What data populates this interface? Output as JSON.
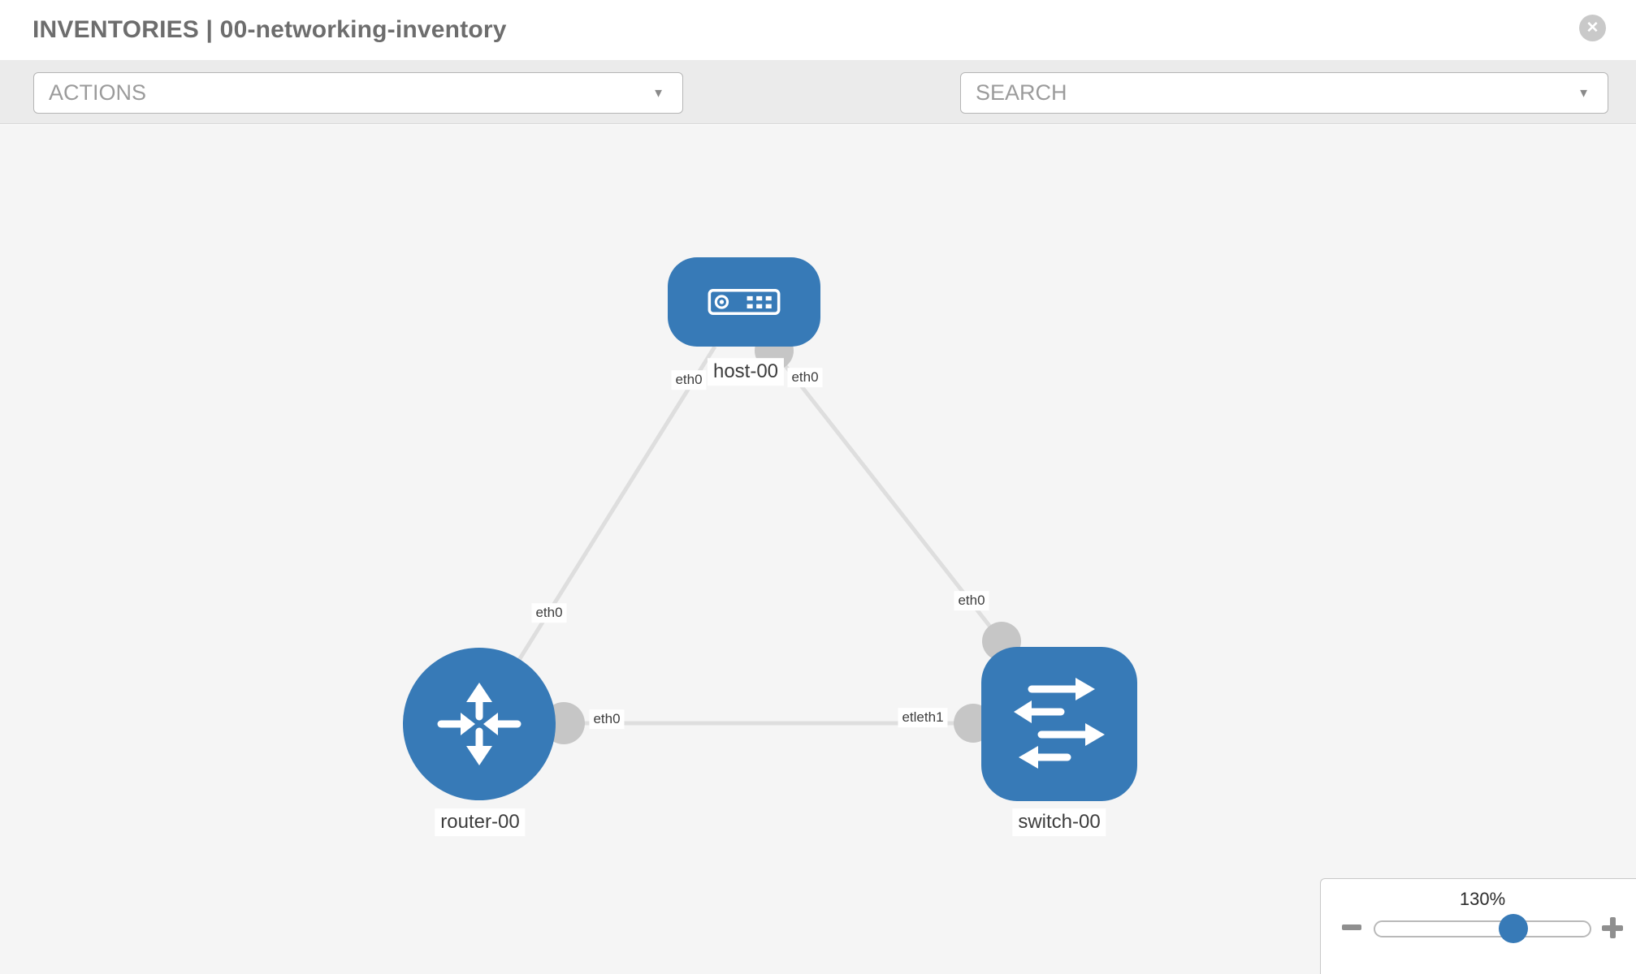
{
  "header": {
    "title": "INVENTORIES | 00-networking-inventory",
    "close_label": "✕"
  },
  "toolbar": {
    "actions_label": "ACTIONS",
    "search_label": "SEARCH",
    "caret": "▼"
  },
  "topology": {
    "nodes": [
      {
        "name": "host-00",
        "type": "host"
      },
      {
        "name": "router-00",
        "type": "router"
      },
      {
        "name": "switch-00",
        "type": "switch"
      }
    ],
    "links": [
      {
        "between": [
          "host-00",
          "router-00"
        ]
      },
      {
        "between": [
          "host-00",
          "switch-00"
        ]
      },
      {
        "between": [
          "router-00",
          "switch-00"
        ]
      }
    ],
    "iface_labels": [
      "eth0",
      "eth0",
      "eth0",
      "eth0",
      "eth0",
      "etleth1"
    ]
  },
  "zoom_control": {
    "value": "130%"
  },
  "colors": {
    "node_blue": "#377ab7",
    "link_gray": "#dedede",
    "port_gray": "#c6c6c6",
    "toolbar_gray": "#ebebeb",
    "canvas_gray": "#f5f5f5"
  }
}
